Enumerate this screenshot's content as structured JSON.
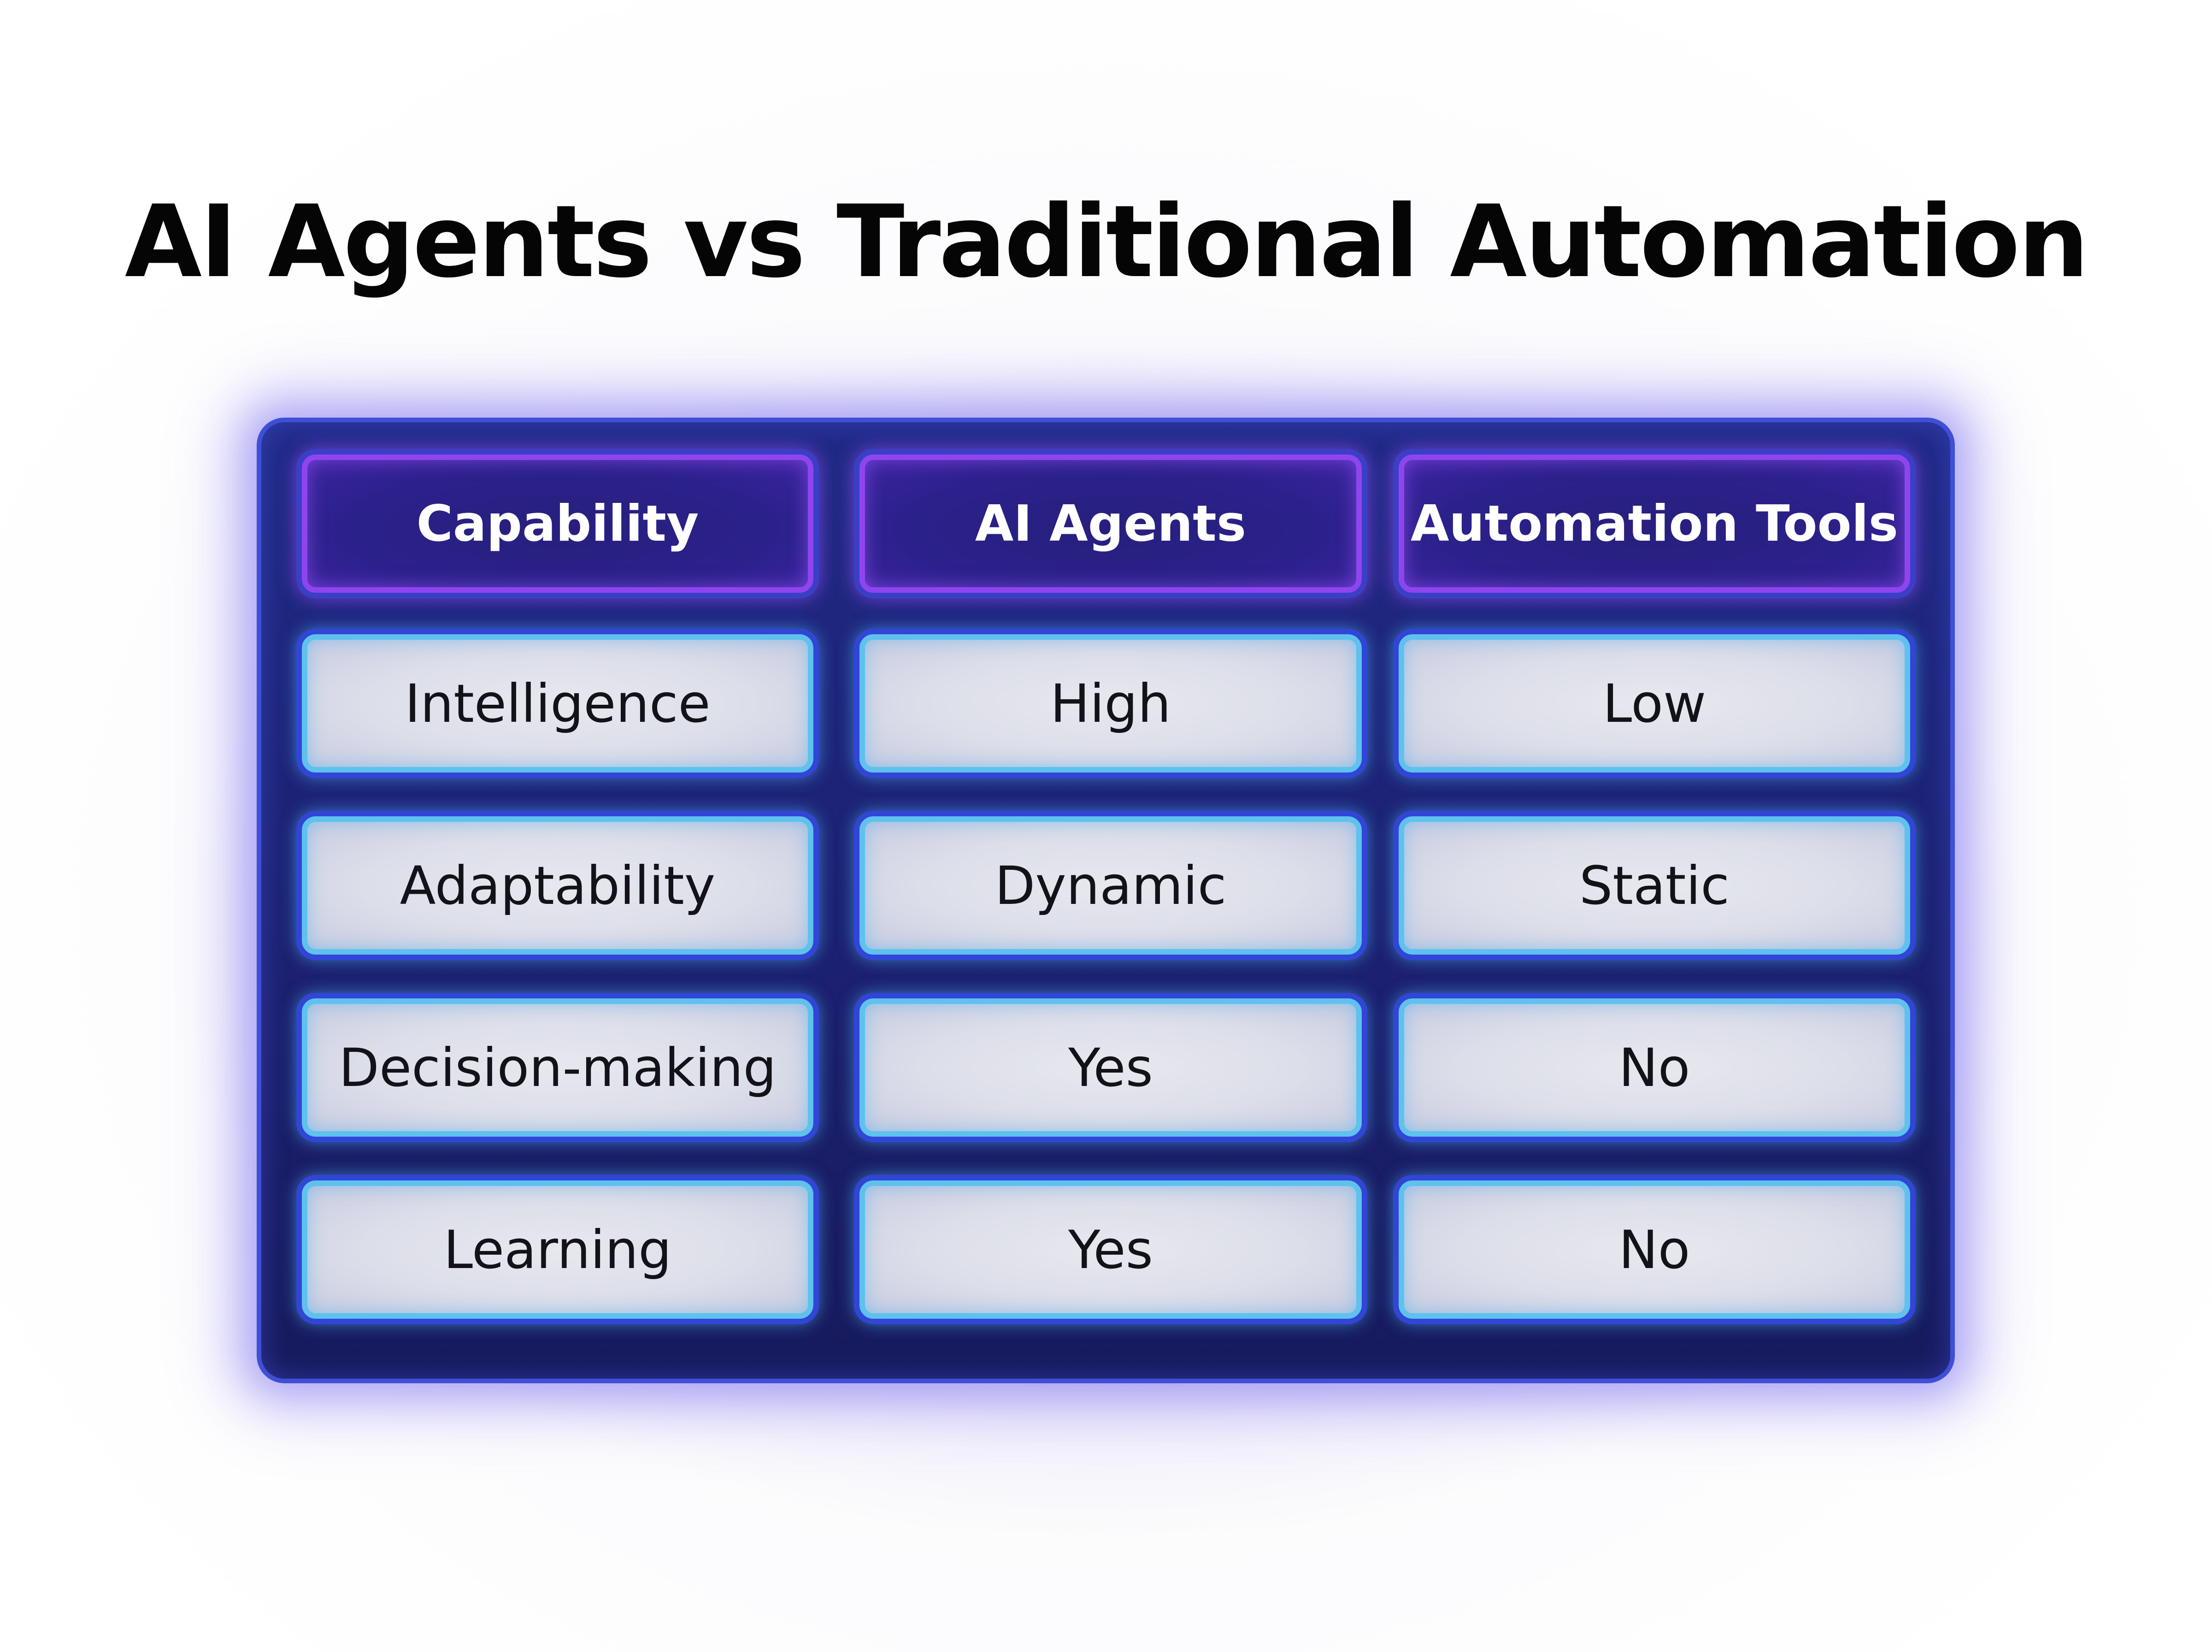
{
  "title": "AI Agents vs Traditional Automation",
  "table": {
    "headers": [
      "Capability",
      "AI Agents",
      "Automation Tools"
    ],
    "rows": [
      [
        "Intelligence",
        "High",
        "Low"
      ],
      [
        "Adaptability",
        "Dynamic",
        "Static"
      ],
      [
        "Decision-making",
        "Yes",
        "No"
      ],
      [
        "Learning",
        "Yes",
        "No"
      ]
    ]
  },
  "colors": {
    "board_bg": "#1c2170",
    "header_border": "#8e45ee",
    "cell_border": "#5fc1ee",
    "cell_fill": "#dcdee9"
  }
}
